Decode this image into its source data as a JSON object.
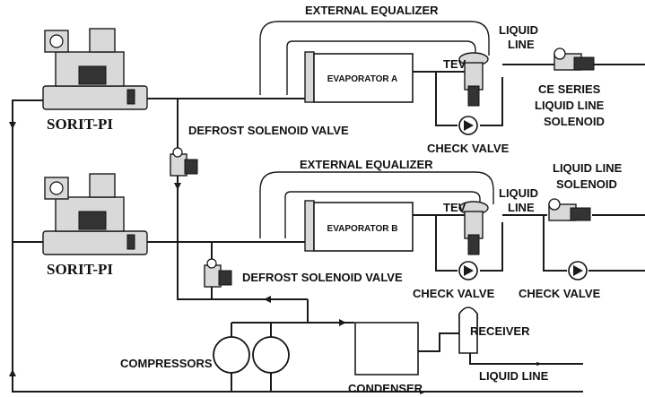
{
  "labels": {
    "external_equalizer_a": "EXTERNAL EQUALIZER",
    "external_equalizer_b": "EXTERNAL EQUALIZER",
    "liquid_line_top": "LIQUID\nLINE",
    "liquid_line_mid": "LIQUID\nLINE",
    "liquid_line_bottom": "LIQUID LINE",
    "tev_a": "TEV",
    "tev_b": "TEV",
    "evaporator_a": "EVAPORATOR  A",
    "evaporator_b": "EVAPORATOR  B",
    "sorit_pi_a": "SORIT-PI",
    "sorit_pi_b": "SORIT-PI",
    "defrost_valve_a": "DEFROST SOLENOID VALVE",
    "defrost_valve_b": "DEFROST SOLENOID VALVE",
    "ce_series": "CE SERIES\nLIQUID LINE\nSOLENOID",
    "liquid_line_solenoid": "LIQUID LINE\nSOLENOID",
    "check_valve_a": "CHECK VALVE",
    "check_valve_b": "CHECK VALVE",
    "check_valve_c": "CHECK VALVE",
    "compressors": "COMPRESSORS",
    "condenser": "CONDENSER",
    "receiver": "RECEIVER"
  }
}
